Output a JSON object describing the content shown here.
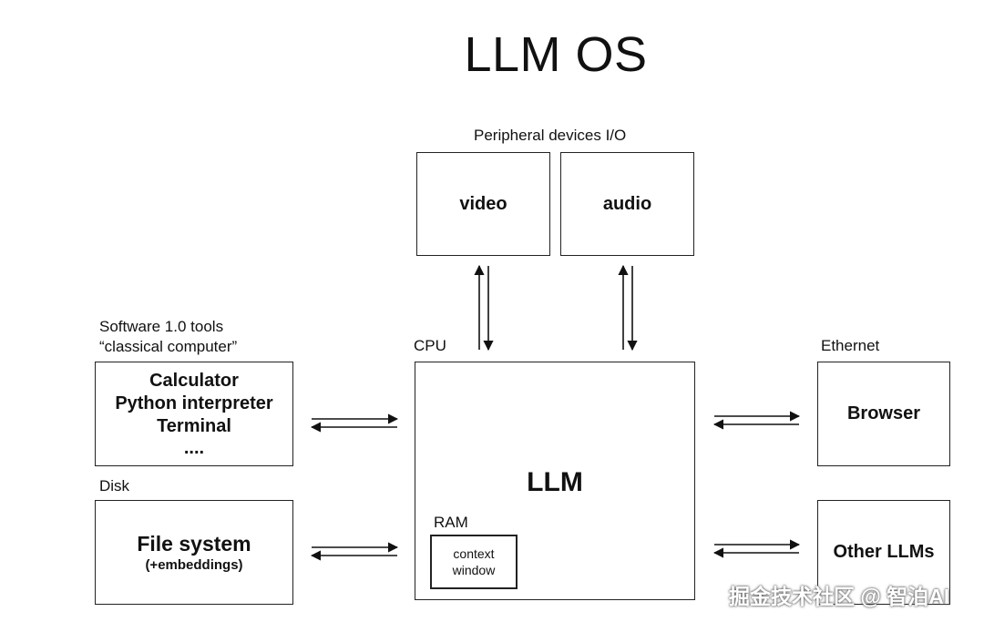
{
  "title": "LLM OS",
  "labels": {
    "peripheral": "Peripheral devices I/O",
    "software_line1": "Software 1.0 tools",
    "software_line2": "“classical computer”",
    "cpu": "CPU",
    "ethernet": "Ethernet",
    "disk": "Disk",
    "ram": "RAM"
  },
  "boxes": {
    "video": "video",
    "audio": "audio",
    "tools": [
      "Calculator",
      "Python interpreter",
      "Terminal",
      "...."
    ],
    "llm": "LLM",
    "context_window": [
      "context",
      "window"
    ],
    "file_system": "File system",
    "file_system_sub": "(+embeddings)",
    "browser": "Browser",
    "other_llms": "Other LLMs"
  },
  "watermark": "掘金技术社区 @ 智泊AI"
}
